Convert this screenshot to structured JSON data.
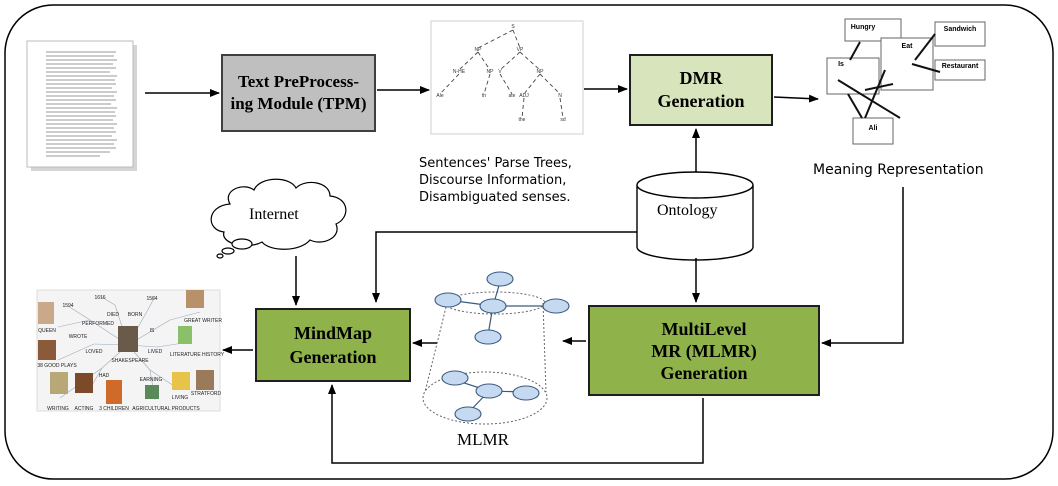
{
  "boxes": {
    "tpm": "Text PreProcess-\ning Module (TPM)",
    "dmr": "DMR\nGeneration",
    "mindmap": "MindMap\nGeneration",
    "mlmr": "MultiLevel\nMR (MLMR)\nGeneration"
  },
  "labels": {
    "parse_info": "Sentences' Parse Trees,\nDiscourse Information,\nDisambiguated senses.",
    "meaning_representation": "Meaning Representation",
    "ontology": "Ontology",
    "internet": "Internet",
    "mlmr": "MLMR"
  },
  "meaning_graph": {
    "nodes": [
      "Hungry",
      "Sandwich",
      "Eat",
      "Is",
      "Restaurant",
      "Ali"
    ]
  },
  "mindmap_image": {
    "nodes": [
      "1594",
      "1616",
      "1564",
      "DIED",
      "BORN",
      "PERFORMED",
      "QUEEN",
      "WROTE",
      "IS",
      "GREAT WRITER",
      "LOVED",
      "SHAKESPEARE",
      "LIVED",
      "LITERATURE HISTORY",
      "38 GOOD PLAYS",
      "HAD",
      "EARNING",
      "WRITING",
      "ACTING",
      "3 CHILDREN",
      "AGRICULTURAL PRODUCTS",
      "LIVING",
      "STRATFORD"
    ]
  },
  "colors": {
    "tpm_fill": "#bfbfbf",
    "dmr_fill": "#d8e4bc",
    "green_fill": "#8fb34a",
    "mlmr_node": "#c5d9f1"
  }
}
